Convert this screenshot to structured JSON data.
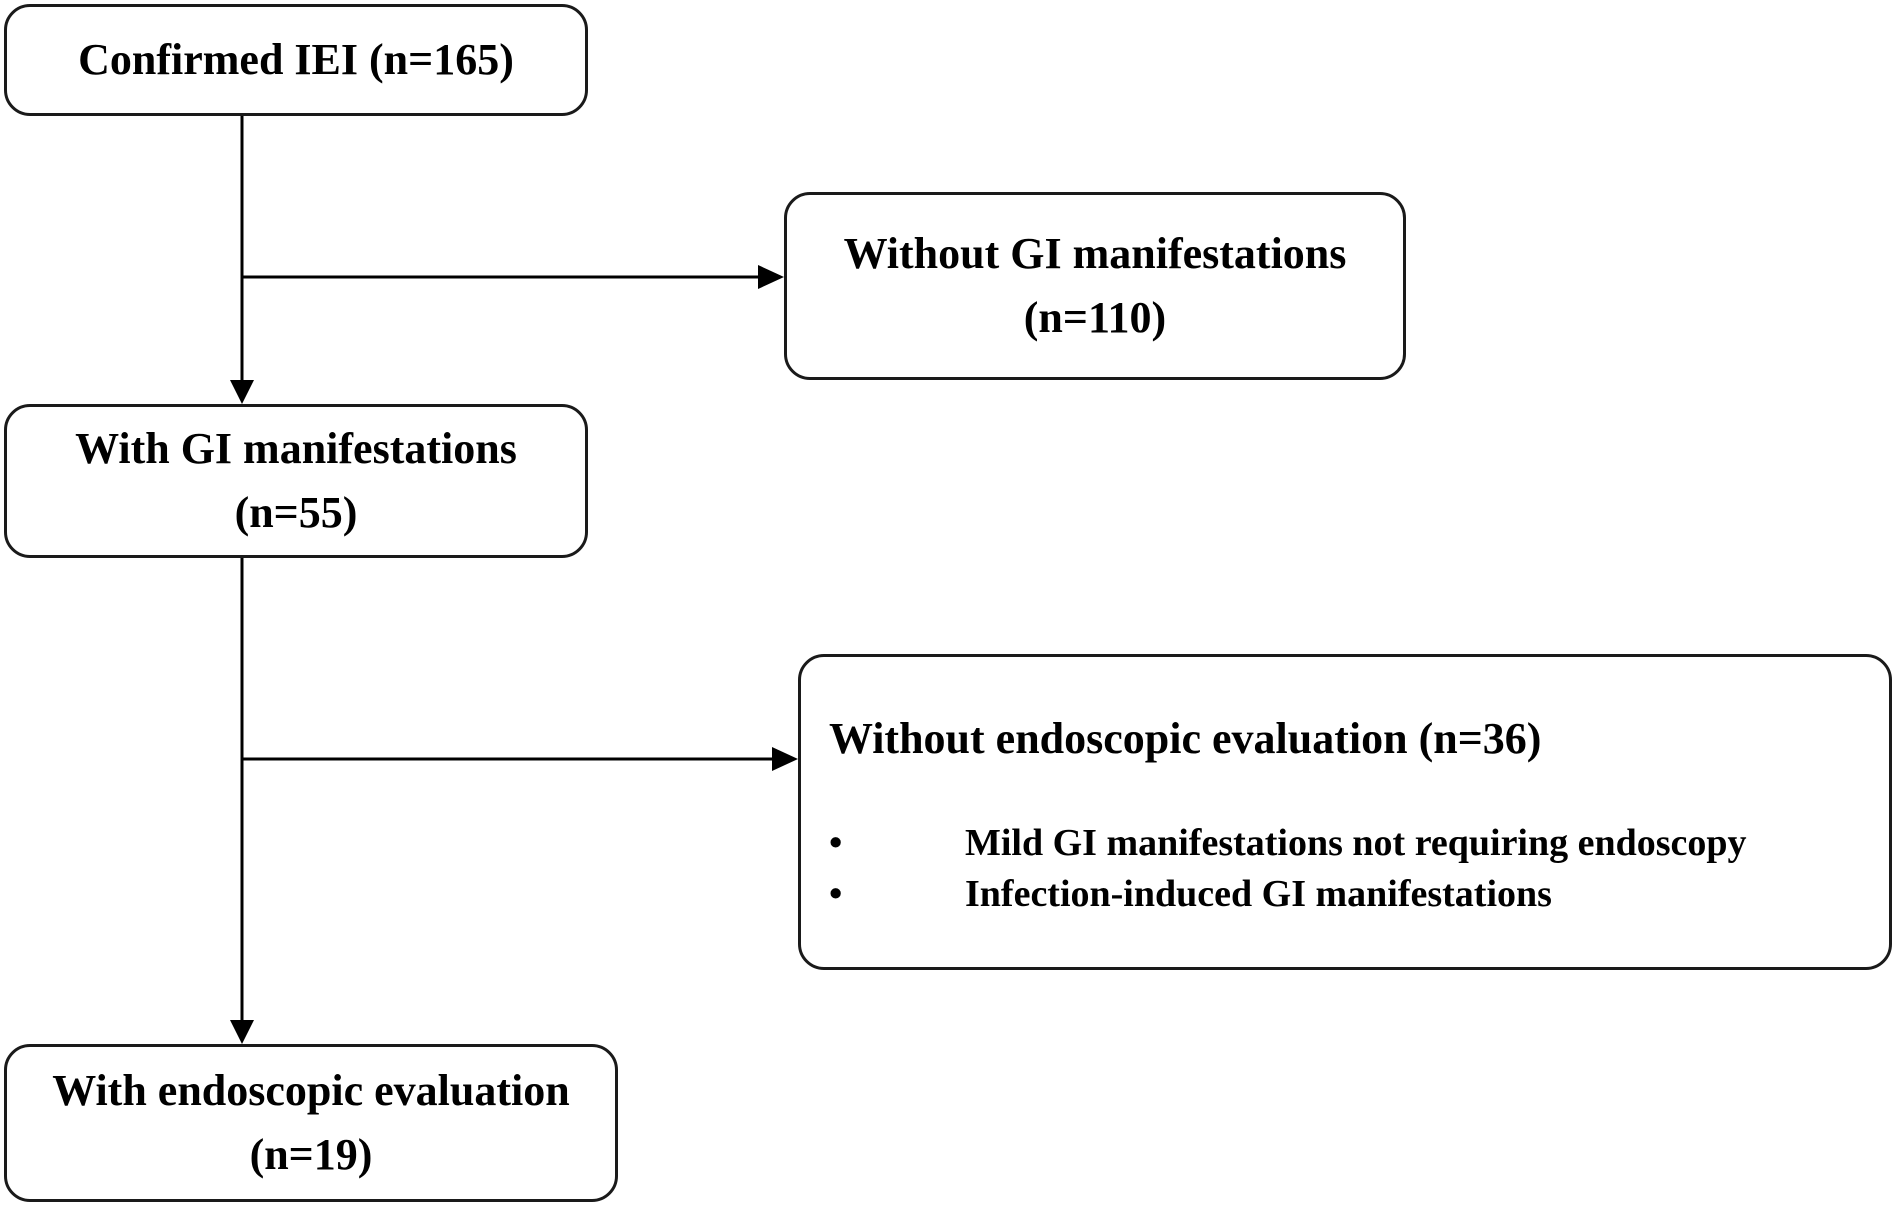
{
  "flowchart": {
    "confirmed": {
      "text": "Confirmed IEI (n=165)"
    },
    "without_gi": {
      "label": "Without GI manifestations",
      "count": "(n=110)"
    },
    "with_gi": {
      "label": "With GI manifestations",
      "count": "(n=55)"
    },
    "without_endoscopy": {
      "title": "Without endoscopic evaluation (n=36)",
      "reasons": [
        "Mild GI manifestations not requiring endoscopy",
        "Infection-induced GI manifestations"
      ],
      "bullet": "•"
    },
    "with_endoscopy": {
      "label": "With endoscopic evaluation",
      "count": "(n=19)"
    }
  },
  "style": {
    "line_color": "#000000",
    "box_border_color": "#1a1a1a",
    "background": "#ffffff"
  }
}
